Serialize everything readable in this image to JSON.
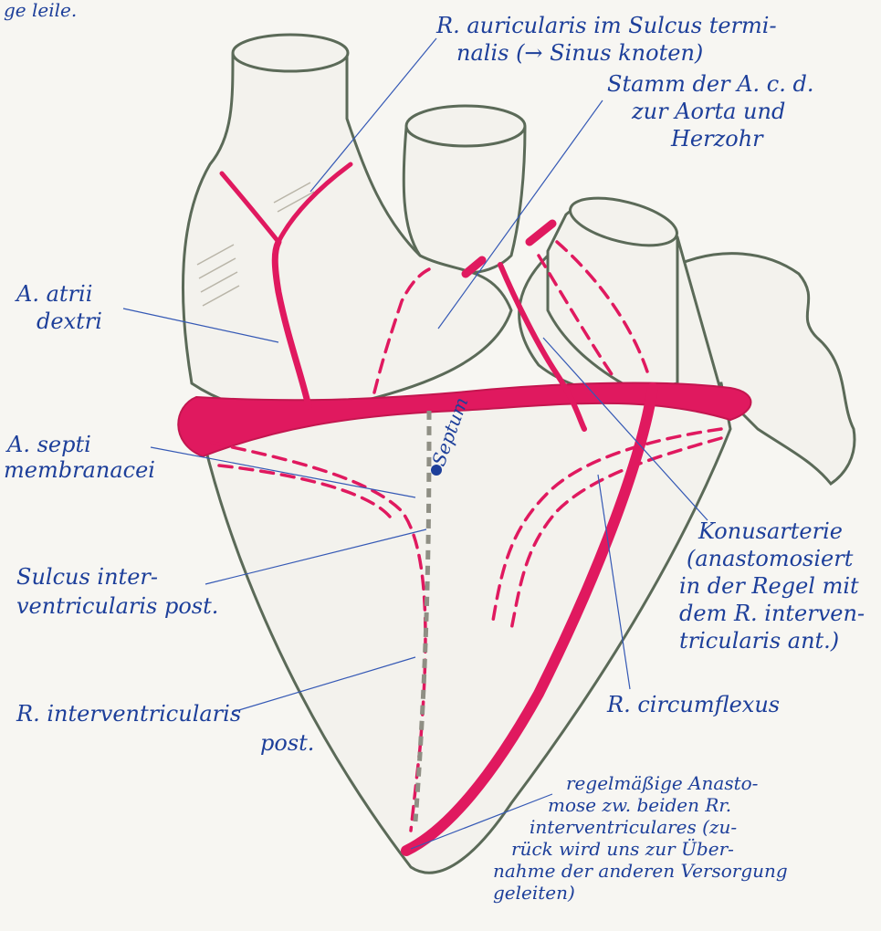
{
  "labels": {
    "top_left_fragment": "ge leile.",
    "r_auricularis": [
      "R. auricularis im Sulcus termi-",
      "nalis (→ Sinus knoten)"
    ],
    "stamm": [
      "Stamm der A. c. d.",
      "zur Aorta und",
      "Herzohr"
    ],
    "a_atrii": [
      "A. atrii",
      "dextri"
    ],
    "a_septi": [
      "A. septi",
      "membranacei"
    ],
    "septum": "Septum",
    "sulcus": [
      "Sulcus inter-",
      "ventricularis post."
    ],
    "r_interventricularis_post": [
      "R. interventricularis",
      "post."
    ],
    "konusarterie": [
      "Konusarterie",
      "(anastomosiert",
      "in der Regel mit",
      "dem R. interven-",
      "tricularis ant.)"
    ],
    "r_circumflexus": "R. circumflexus",
    "anastomose": [
      "regelmäßige Anasto-",
      "mose zw. beiden Rr.",
      "interventriculares (zu-",
      "rück wird uns zur Über-",
      "nahme der anderen Versorgung",
      "geleiten)"
    ]
  },
  "colors": {
    "outline": "#5b6a58",
    "artery": "#e0195f",
    "ink": "#1d3f9a",
    "paper": "#f7f6f2"
  }
}
